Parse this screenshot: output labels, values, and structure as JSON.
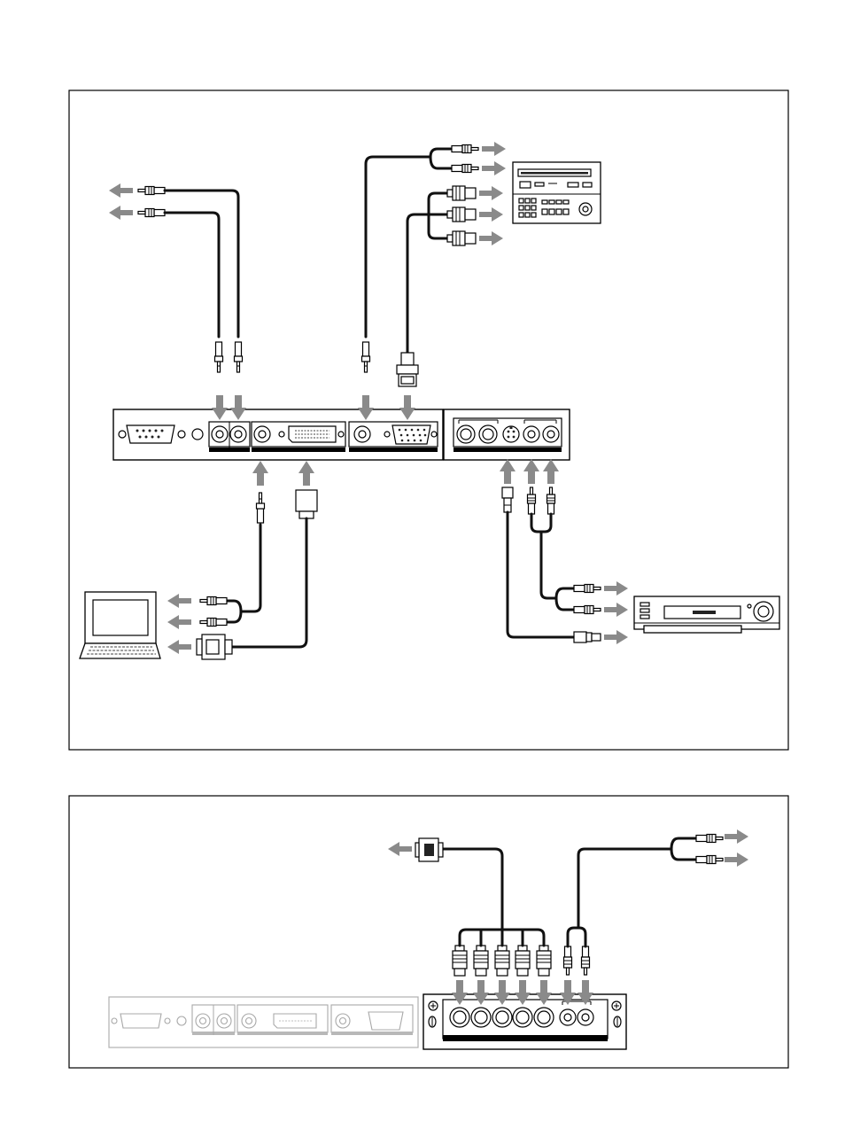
{
  "figure": {
    "sections": [
      {
        "id": "top",
        "kind": "connection-diagram"
      },
      {
        "id": "bottom",
        "kind": "connection-diagram"
      }
    ],
    "devices": [
      {
        "id": "vcr-professional",
        "icon": "professional-video-recorder-icon"
      },
      {
        "id": "vcr-home",
        "icon": "vcr-icon"
      },
      {
        "id": "computer",
        "icon": "laptop-icon"
      }
    ],
    "colors": {
      "arrow": "#8a8a8a",
      "cable": "#111111",
      "line": "#000000",
      "faint": "#a8a8a8"
    }
  }
}
